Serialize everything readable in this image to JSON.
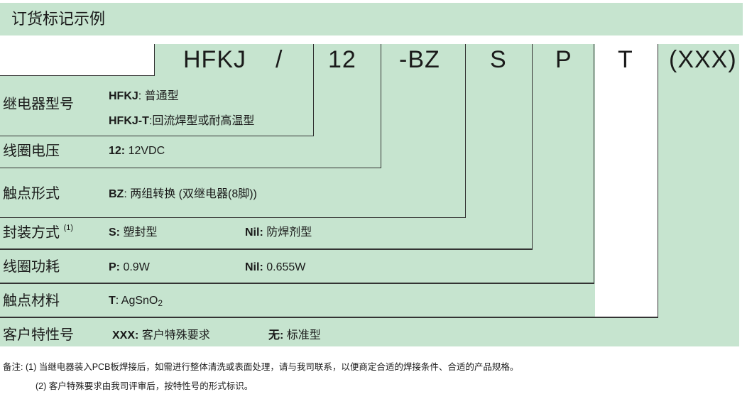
{
  "title": "订货标记示例",
  "codes": {
    "series": "HFKJ",
    "slash": "/",
    "voltage": "12",
    "contact_form": "-BZ",
    "seal": "S",
    "power": "P",
    "material": "T",
    "special": "(XXX)"
  },
  "rows": {
    "relay_type": {
      "label": "继电器型号",
      "opt1_key": "HFKJ",
      "opt1_val": ":  普通型",
      "opt2_key": "HFKJ-T",
      "opt2_val": ":回流焊型或耐高温型"
    },
    "coil_voltage": {
      "label": "线圈电压",
      "key": "12:",
      "val": " 12VDC"
    },
    "contact_form": {
      "label": "触点形式",
      "key": "BZ",
      "val": ":  两组转换 (双继电器(8脚))"
    },
    "seal_type": {
      "label": "封装方式",
      "sup": "(1)",
      "key1": "S:",
      "val1": " 塑封型",
      "key2": "Nil:",
      "val2": " 防焊剂型"
    },
    "coil_power": {
      "label": "线圈功耗",
      "key1": "P:",
      "val1": " 0.9W",
      "key2": "Nil:",
      "val2": " 0.655W"
    },
    "contact_material": {
      "label": "触点材料",
      "key": "T",
      "val": ":  AgSnO",
      "sub": "2"
    },
    "special_code": {
      "label": "客户特性号",
      "key1": "XXX:",
      "val1": " 客户特殊要求",
      "key2": "无:",
      "val2": " 标准型"
    }
  },
  "notes": {
    "prefix": "备注:",
    "note1": "(1) 当继电器装入PCB板焊接后，如需进行整体清洗或表面处理，请与我司联系，以便商定合适的焊接条件、合适的产品规格。",
    "note2": "(2) 客户特殊要求由我司评审后，按特性号的形式标识。"
  },
  "colors": {
    "panel": "#c6e4cf",
    "line": "#333333"
  }
}
